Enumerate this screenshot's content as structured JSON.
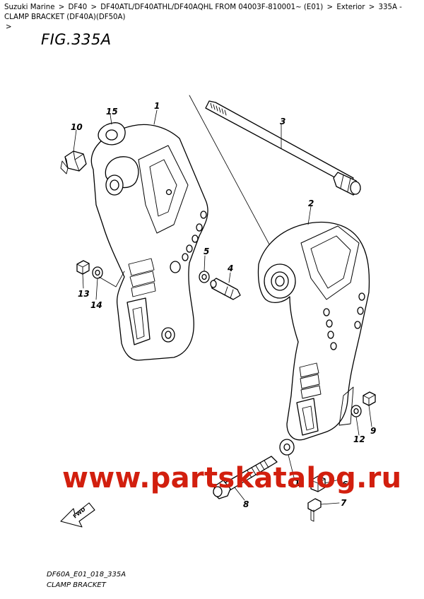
{
  "breadcrumb": {
    "items": [
      "Suzuki Marine",
      "DF40",
      "DF40ATL/DF40ATHL/DF40AQHL FROM 04003F-810001~ (E01)",
      "Exterior",
      "335A - CLAMP BRACKET (DF40A)(DF50A)"
    ],
    "separator": ">"
  },
  "figure": {
    "title": "FIG.335A"
  },
  "callouts": {
    "p1": "1",
    "p2": "2",
    "p3": "3",
    "p4": "4",
    "p5": "5",
    "p6": "6",
    "p7": "7",
    "p8": "8",
    "p9": "9",
    "p10": "10",
    "p11": "11",
    "p12": "12",
    "p13": "13",
    "p14": "14",
    "p15": "15"
  },
  "fwd_label": "FWD",
  "watermark": "www.partskatalog.ru",
  "footer": {
    "code": "DF60A_E01_018_335A",
    "name": "CLAMP BRACKET"
  }
}
